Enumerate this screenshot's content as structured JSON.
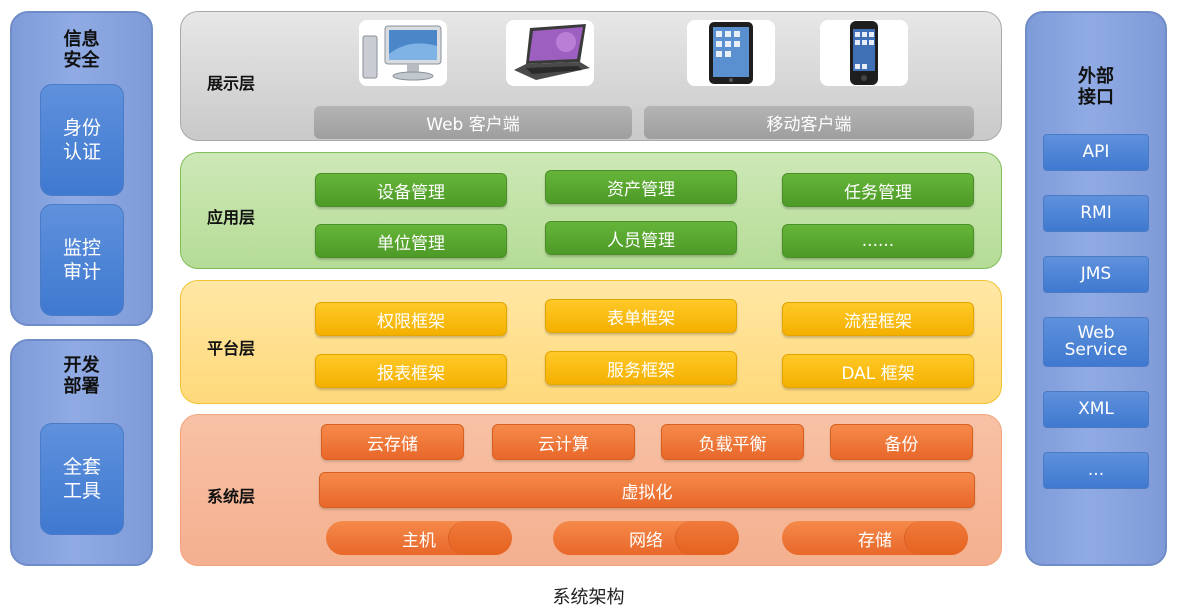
{
  "left_column": {
    "security": {
      "title": "信息\n安全",
      "items": [
        "身份\n认证",
        "监控\n审计"
      ]
    },
    "deploy": {
      "title": "开发\n部署",
      "items": [
        "全套\n工具"
      ]
    }
  },
  "layers": {
    "presentation": {
      "label": "展示层",
      "devices": [
        "desktop-icon",
        "laptop-icon",
        "tablet-icon",
        "phone-icon"
      ],
      "clients": [
        "Web 客户端",
        "移动客户端"
      ]
    },
    "application": {
      "label": "应用层",
      "items": [
        "设备管理",
        "资产管理",
        "任务管理",
        "单位管理",
        "人员管理",
        "......"
      ]
    },
    "platform": {
      "label": "平台层",
      "items": [
        "权限框架",
        "表单框架",
        "流程框架",
        "报表框架",
        "服务框架",
        "DAL 框架"
      ]
    },
    "system": {
      "label": "系统层",
      "services": [
        "云存储",
        "云计算",
        "负载平衡",
        "备份"
      ],
      "virtualization": "虚拟化",
      "hardware": [
        "主机",
        "网络",
        "存储"
      ]
    }
  },
  "right_column": {
    "title": "外部\n接口",
    "items": [
      "API",
      "RMI",
      "JMS",
      "Web\nService",
      "XML",
      "..."
    ]
  },
  "caption": "系统架构",
  "colors": {
    "side_panel": "#8aa5e0",
    "side_box": "#4a84d6",
    "presentation": "#d3d3d3",
    "application": "#bfe2a4",
    "platform": "#ffe08d",
    "system": "#f6b898",
    "green_button": "#58a630",
    "yellow_button": "#f8bd14",
    "orange_button": "#ee7535"
  }
}
